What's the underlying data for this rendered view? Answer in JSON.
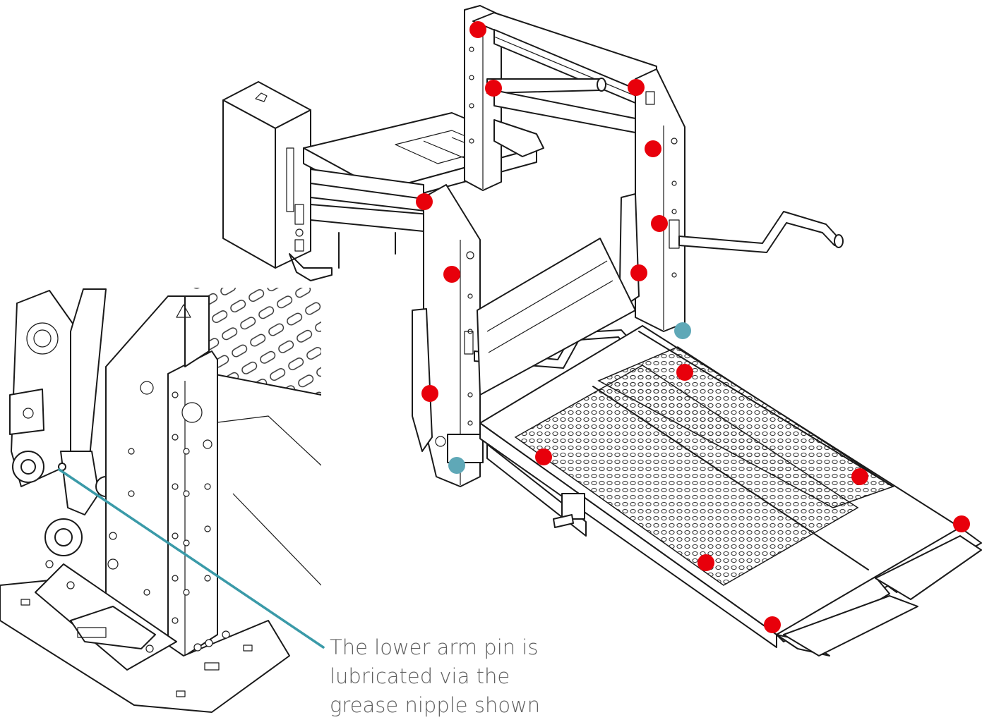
{
  "callout": {
    "text": "The lower arm pin is lubricated via the grease nipple shown"
  },
  "colors": {
    "lubrication_point": "#e8000b",
    "grease_nipple": "#5fa8b7",
    "leader_line": "#3a9aa8",
    "linework": "#1a1a1a"
  },
  "lubrication_points": [
    {
      "id": "frame-top-left",
      "kind": "lubrication"
    },
    {
      "id": "upper-arm-left-top",
      "kind": "lubrication"
    },
    {
      "id": "upper-arm-right-top",
      "kind": "lubrication"
    },
    {
      "id": "right-mast-upper",
      "kind": "lubrication"
    },
    {
      "id": "left-mast-top",
      "kind": "lubrication"
    },
    {
      "id": "right-mast-middle",
      "kind": "lubrication"
    },
    {
      "id": "left-mast-upper",
      "kind": "lubrication"
    },
    {
      "id": "right-mast-lower",
      "kind": "lubrication"
    },
    {
      "id": "platform-rear-right",
      "kind": "lubrication"
    },
    {
      "id": "left-mast-lower",
      "kind": "lubrication"
    },
    {
      "id": "platform-left",
      "kind": "lubrication"
    },
    {
      "id": "platform-right",
      "kind": "lubrication"
    },
    {
      "id": "rollstop-right",
      "kind": "lubrication"
    },
    {
      "id": "platform-front",
      "kind": "lubrication"
    },
    {
      "id": "rollstop-left",
      "kind": "lubrication"
    },
    {
      "id": "grease-nipple-right",
      "kind": "grease-nipple"
    },
    {
      "id": "grease-nipple-left",
      "kind": "grease-nipple"
    }
  ]
}
